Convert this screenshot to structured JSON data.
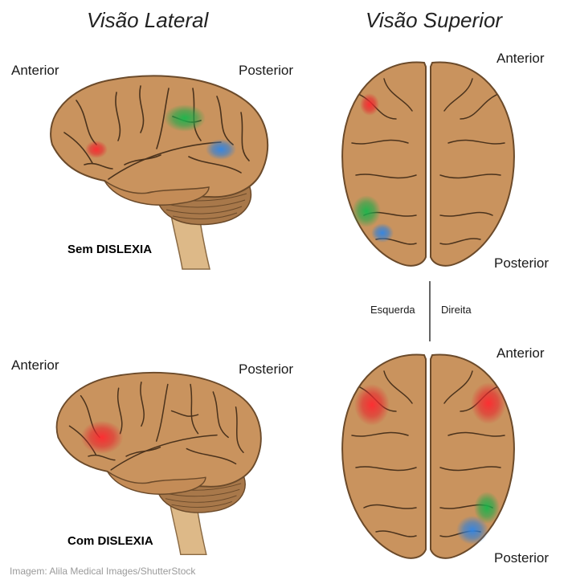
{
  "titles": {
    "lateral": "Visão Lateral",
    "superior": "Visão Superior"
  },
  "labels": {
    "anterior": "Anterior",
    "posterior": "Posterior",
    "sem_dislexia": "Sem DISLEXIA",
    "com_dislexia": "Com DISLEXIA",
    "esquerda": "Esquerda",
    "direita": "Direita"
  },
  "credit": "Imagem: Alila Medical Images/ShutterStock",
  "colors": {
    "brain_fill": "#c9935e",
    "brain_outline": "#6b4a2a",
    "sulci": "#4a321c",
    "cerebellum": "#a8784a",
    "brainstem": "#ddb988",
    "highlight_red": "#e8262c",
    "highlight_green": "#1fa84a",
    "highlight_blue": "#2f7fd8"
  }
}
